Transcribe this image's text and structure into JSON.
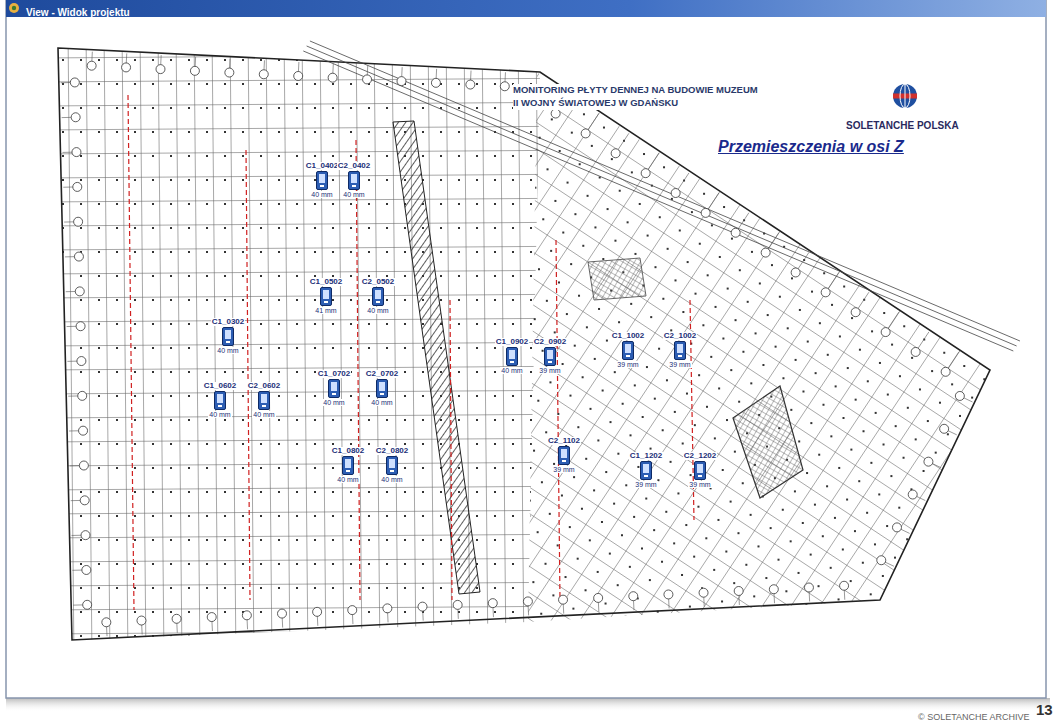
{
  "diagram": {
    "title": "MONITORING PŁYTY DENNEJ NA BUDOWIE MUZEUM II WOJNY ŚWIATOWEJ W GDAŃSKU",
    "nodes": [
      {
        "text": [
          "C1_0402",
          "40 mm"
        ]
      },
      {
        "text": [
          "C2_0402",
          "40 mm"
        ]
      },
      {
        "text": [
          "C1_0502",
          "41 mm"
        ]
      },
      {
        "text": [
          "C2_0502",
          "40 mm"
        ]
      },
      {
        "text": [
          "C1_0302",
          "40 mm"
        ]
      },
      {
        "text": [
          "C1_1002",
          "39 mm"
        ]
      },
      {
        "text": [
          "C2_1002",
          "39 mm"
        ]
      },
      {
        "text": [
          "C1_0902",
          "40 mm"
        ]
      },
      {
        "text": [
          "C2_0902",
          "39 mm"
        ]
      },
      {
        "text": [
          "C1_0702",
          "40 mm"
        ]
      },
      {
        "text": [
          "C2_0702",
          "40 mm"
        ]
      },
      {
        "text": [
          "C1_0602",
          "40 mm"
        ]
      },
      {
        "text": [
          "C2_0602",
          "40 mm"
        ]
      },
      {
        "text": [
          "C2_1102",
          "39 mm"
        ]
      },
      {
        "text": [
          "C1_0802",
          "40 mm"
        ]
      },
      {
        "text": [
          "C2_0802",
          "40 mm"
        ]
      },
      {
        "text": [
          "C1_1202",
          "39 mm"
        ]
      },
      {
        "text": [
          "C2_1202",
          "39 mm"
        ]
      }
    ],
    "labels": [
      "View - Widok projektu",
      "SOLETANCHE POLSKA",
      "Przemieszczenia w osi Z",
      "© SOLETANCHE ARCHIVE",
      "13"
    ]
  }
}
